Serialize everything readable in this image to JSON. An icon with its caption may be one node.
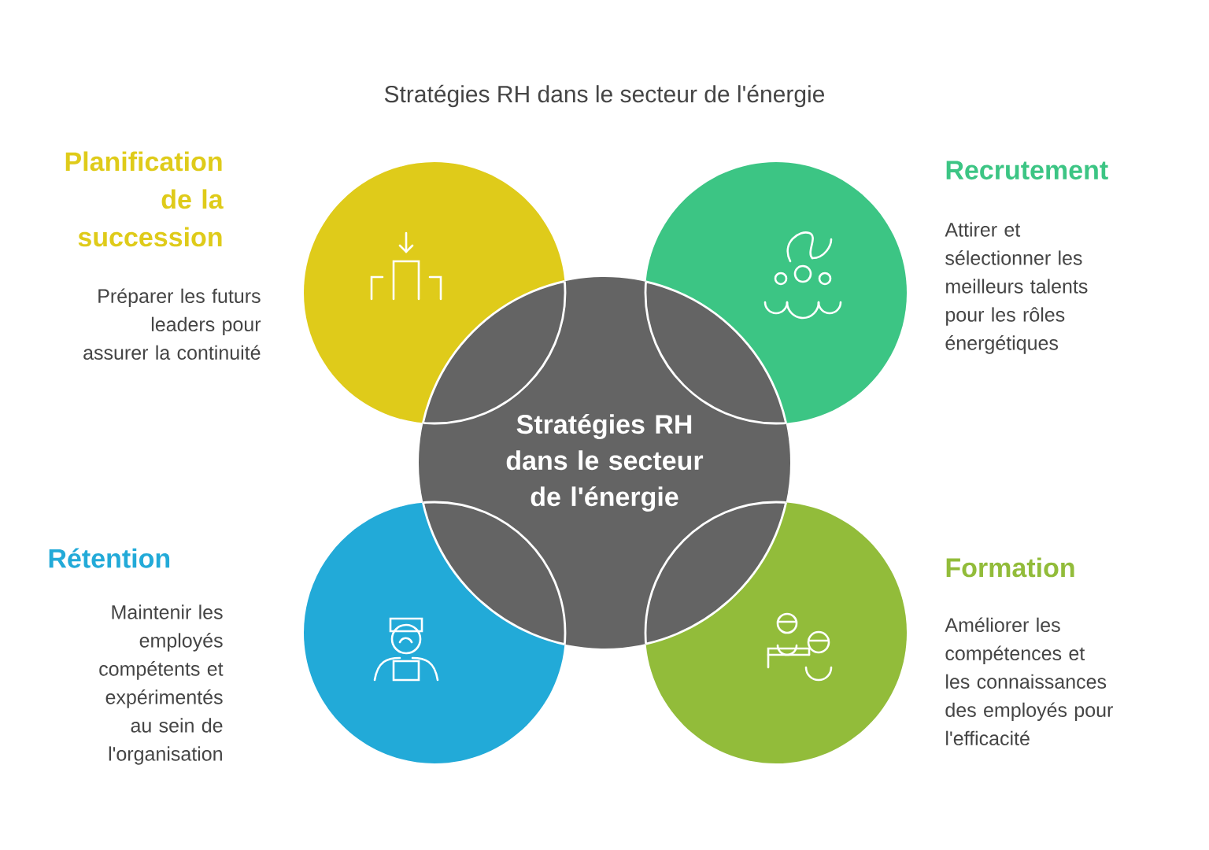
{
  "diagram": {
    "title": "Stratégies RH dans le secteur de l'énergie",
    "nodes": [
      {
        "text": [
          "Stratégies RH dans le secteur de l'énergie"
        ]
      },
      {
        "text": [
          "Planification de la succession",
          "Préparer les futurs leaders pour assurer la continuité"
        ]
      },
      {
        "text": [
          "Recrutement",
          "Attirer et sélectionner les meilleurs talents pour les rôles énergétiques"
        ]
      },
      {
        "text": [
          "Rétention",
          "Maintenir les employés compétents et expérimentés au sein de l'organisation"
        ]
      },
      {
        "text": [
          "Formation",
          "Améliorer les compétences et les connaissances des employés pour l'efficacité"
        ]
      }
    ]
  }
}
